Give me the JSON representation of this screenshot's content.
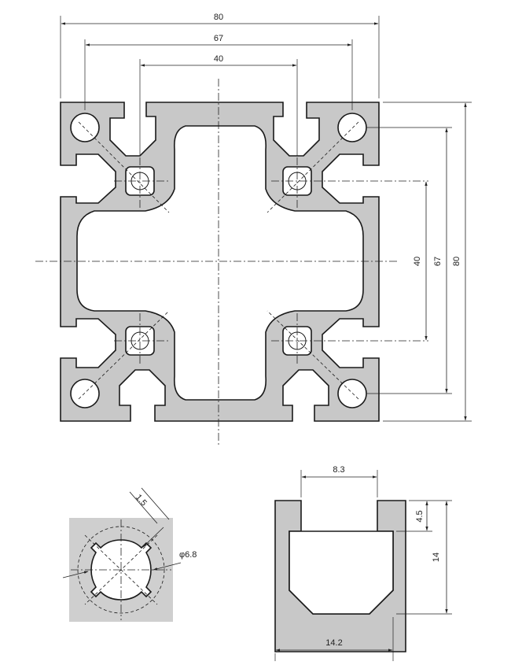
{
  "main_profile": {
    "dim_overall_width": "80",
    "dim_slot_pitch": "67",
    "dim_inner_width": "40",
    "dim_inner_height": "40",
    "dim_slot_pitch_vertical": "67",
    "dim_overall_height": "80"
  },
  "core_detail": {
    "dim_wall": "1.5",
    "dim_bore": "φ6.8"
  },
  "slot_detail": {
    "dim_opening": "8.3",
    "dim_lip": "4.5",
    "dim_depth": "14",
    "dim_bottom": "14.2"
  }
}
